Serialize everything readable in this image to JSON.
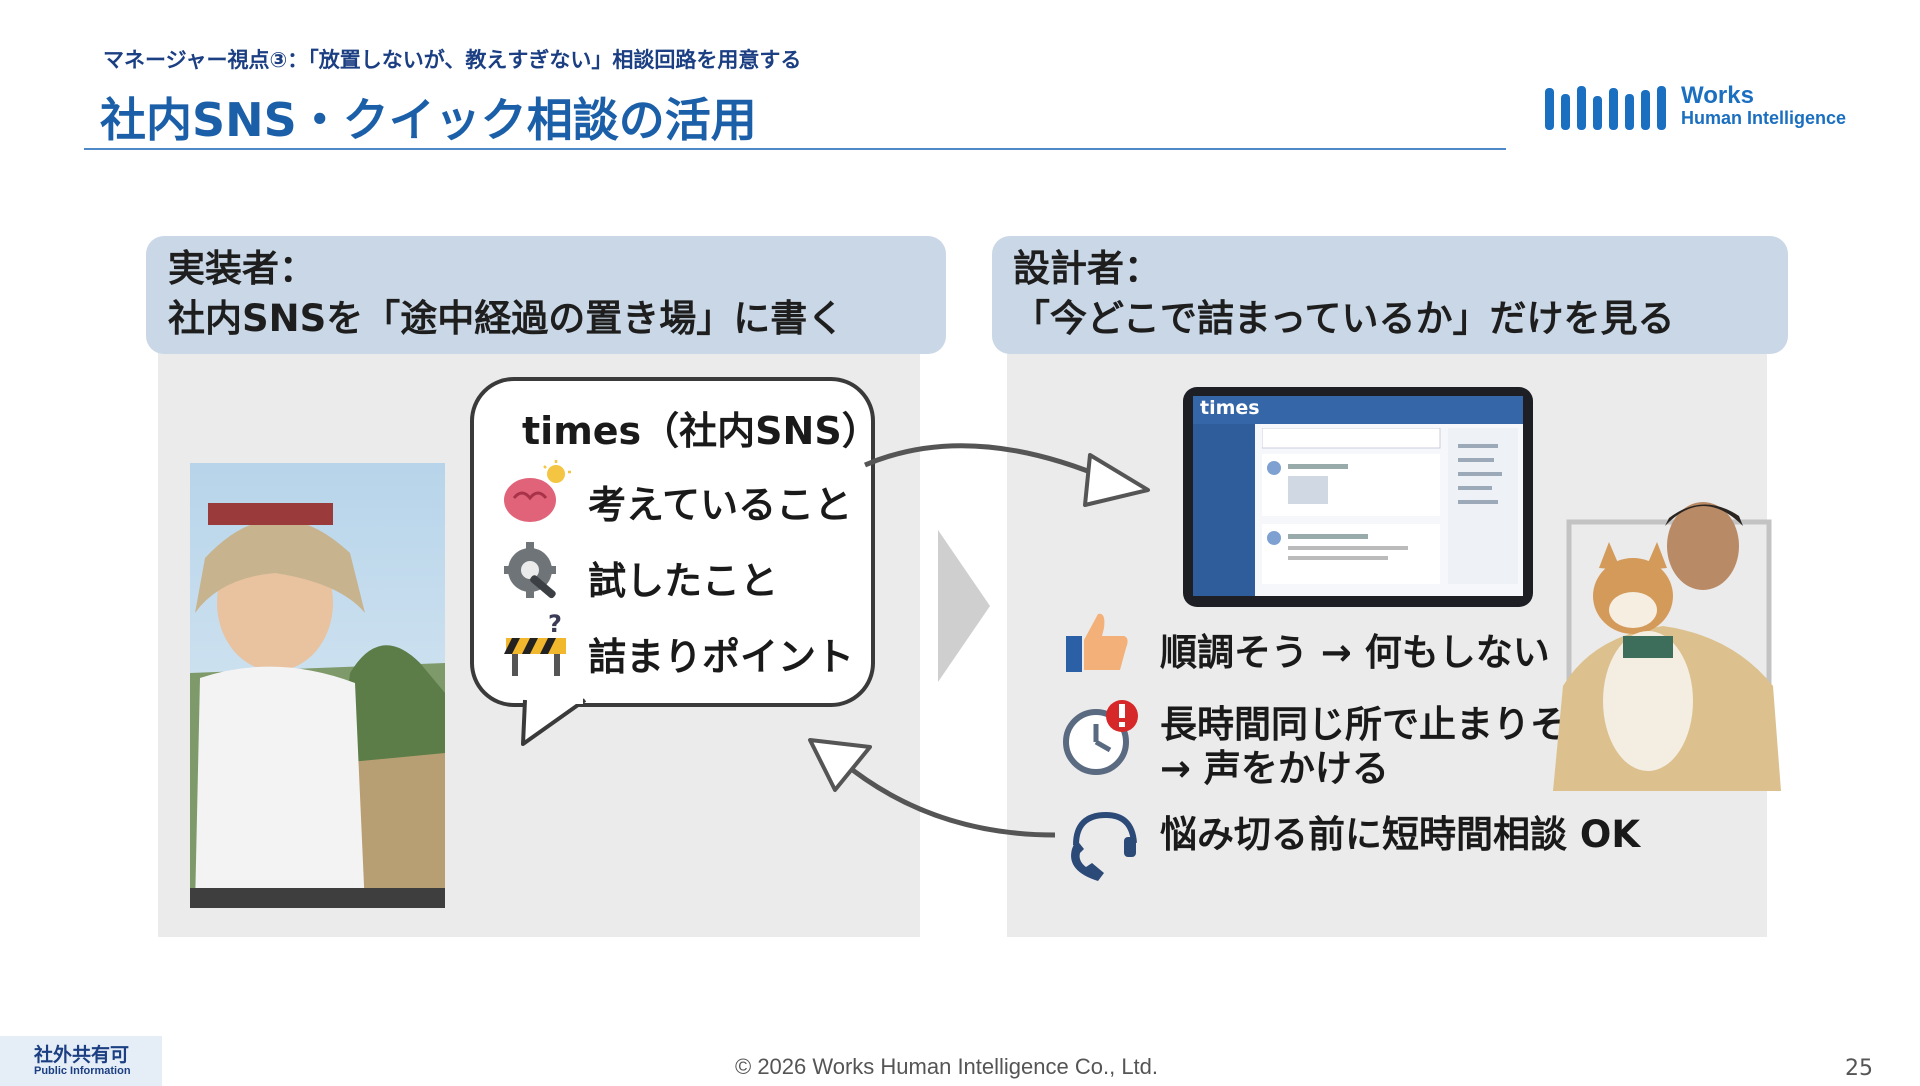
{
  "header": {
    "subtitle": "マネージャー視点③：「放置しないが、教えすぎない」相談回路を用意する",
    "title": "社内SNS・クイック相談の活用"
  },
  "logo": {
    "line1": "Works",
    "line2": "Human Intelligence"
  },
  "left_panel": {
    "heading_line1": "実装者：",
    "heading_line2": "社内SNSを「途中経過の置き場」に書く",
    "bubble_title": "times（社内SNS）",
    "items": [
      {
        "icon": "brain-lightbulb-icon",
        "label": "考えていること"
      },
      {
        "icon": "gear-wrench-icon",
        "label": "試したこと"
      },
      {
        "icon": "roadblock-question-icon",
        "label": "詰まりポイント"
      }
    ]
  },
  "right_panel": {
    "heading_line1": "設計者：",
    "heading_line2": "「今どこで詰まっているか」だけを見る",
    "tablet_label": "times",
    "items": [
      {
        "icon": "thumbs-up-icon",
        "line1": "順調そう → 何もしない",
        "line2": ""
      },
      {
        "icon": "clock-alert-icon",
        "line1": "長時間同じ所で止まりそう",
        "line2": "→ 声をかける"
      },
      {
        "icon": "headset-phone-icon",
        "line1": "悩み切る前に短時間相談 OK",
        "line2": ""
      }
    ]
  },
  "footer": {
    "copyright": "© 2026 Works Human Intelligence Co., Ltd.",
    "page_number": "25",
    "badge_main": "社外共有可",
    "badge_sub": "Public Information"
  },
  "colors": {
    "title_blue": "#1b5fa8",
    "header_box": "#c9d7e6",
    "panel_bg": "#ebebeb",
    "alert_red": "#d62828"
  }
}
